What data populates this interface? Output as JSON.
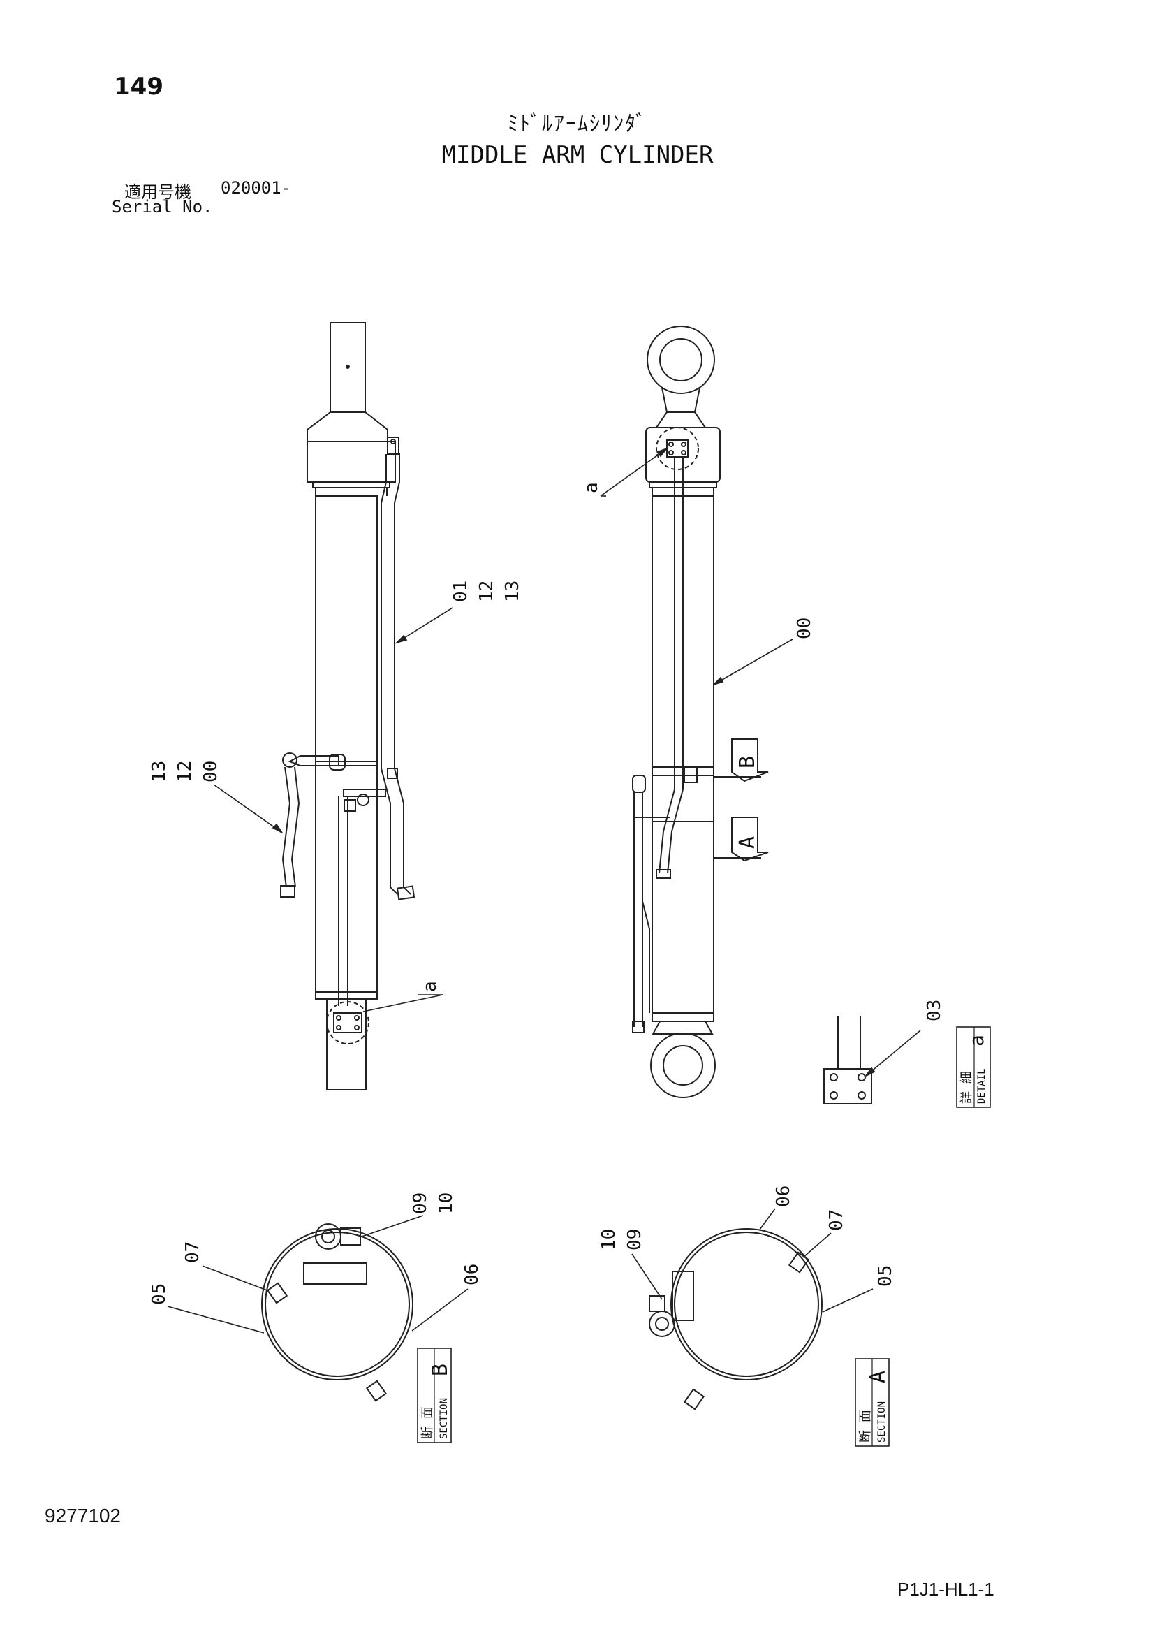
{
  "header": {
    "page_number": "149",
    "title_jp": "ﾐﾄﾞﾙｱｰﾑｼﾘﾝﾀﾞ",
    "title_en": "MIDDLE ARM CYLINDER",
    "serial_label_jp": "適用号機",
    "serial_value": "020001-",
    "serial_label_en": "Serial No."
  },
  "callouts": {
    "left_view_hose": [
      "01",
      "12",
      "13"
    ],
    "left_view_tube": [
      "13",
      "12",
      "00"
    ],
    "left_view_a": "a",
    "right_view_body": "00",
    "right_view_a": "a",
    "detail_bolt": "03",
    "section_b_left": [
      "07",
      "05"
    ],
    "section_b_top": [
      "09",
      "10"
    ],
    "section_b_right": "06",
    "section_a_left": [
      "10",
      "09"
    ],
    "section_a_top": "06",
    "section_a_right": [
      "07",
      "05"
    ]
  },
  "markers": {
    "section_b_arrow": "B",
    "section_a_arrow": "A"
  },
  "labels": {
    "detail_jp": "詳 細",
    "detail_en": "DETAIL",
    "detail_letter": "a",
    "section_jp": "断 面",
    "section_en": "SECTION",
    "section_b_letter": "B",
    "section_a_letter": "A"
  },
  "footer": {
    "doc_number": "9277102",
    "page_code": "P1J1-HL1-1"
  }
}
